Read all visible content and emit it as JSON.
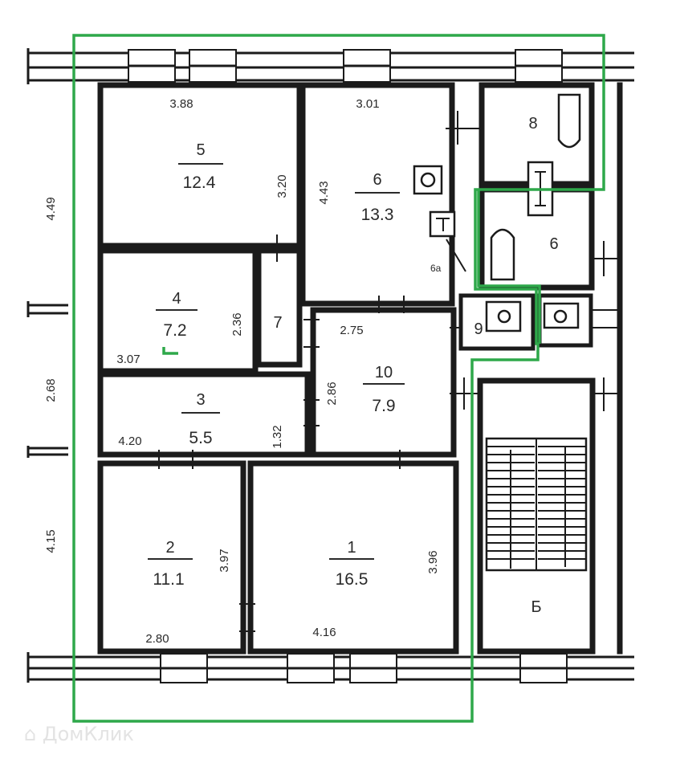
{
  "plan": {
    "rooms": [
      {
        "id": "5",
        "number": "5",
        "area": "12.4"
      },
      {
        "id": "6",
        "number": "6",
        "area": "13.3"
      },
      {
        "id": "4",
        "number": "4",
        "area": "7.2"
      },
      {
        "id": "7",
        "number": "7"
      },
      {
        "id": "10",
        "number": "10",
        "area": "7.9"
      },
      {
        "id": "3",
        "number": "3",
        "area": "5.5"
      },
      {
        "id": "2",
        "number": "2",
        "area": "11.1"
      },
      {
        "id": "1",
        "number": "1",
        "area": "16.5"
      },
      {
        "id": "8",
        "number": "8"
      },
      {
        "id": "6b",
        "number": "6"
      },
      {
        "id": "9",
        "number": "9"
      },
      {
        "id": "6a",
        "number": "6а"
      },
      {
        "id": "B",
        "number": "Б"
      }
    ],
    "dimensions": {
      "r5_width": "3.88",
      "r5_depth": "3.20",
      "r6_width": "3.01",
      "r6_depth": "4.43",
      "r4_depth": "2.36",
      "r4_width": "3.07",
      "r10_width": "2.75",
      "r10_depth": "2.86",
      "r3_depth": "1.32",
      "r3_width": "4.20",
      "r2_depth": "3.97",
      "r2_width": "2.80",
      "r1_depth": "3.96",
      "r1_width": "4.16",
      "ext_1": "4.49",
      "ext_2": "2.68",
      "ext_3": "4.15"
    },
    "boundary_color": "#2ea84a",
    "wall_color": "#1b1b1b"
  },
  "watermark": {
    "text": "ДомКлик",
    "icon": "house-logo-icon"
  }
}
